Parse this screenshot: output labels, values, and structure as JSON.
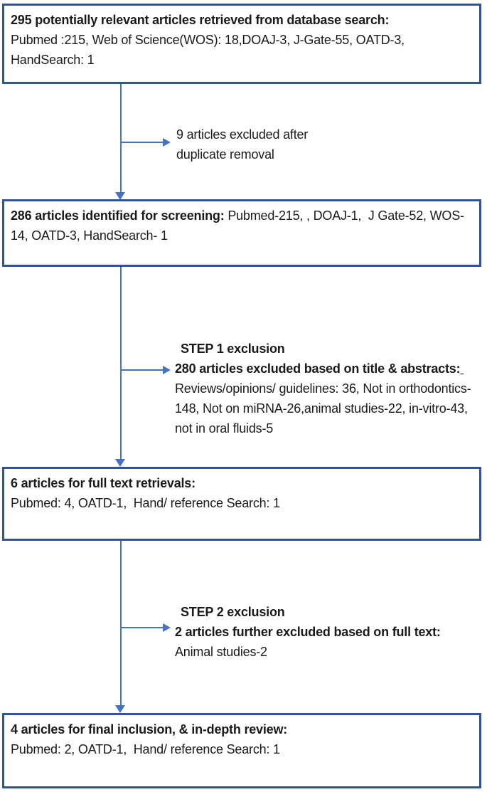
{
  "colors": {
    "box_border": "#2f5597",
    "arrow": "#4472c4",
    "text": "#1a1a1a"
  },
  "boxes": {
    "retrieved": {
      "bold": "295 potentially relevant articles retrieved from database search:",
      "rest": "Pubmed :215, Web of Science(WOS): 18,DOAJ-3, J-Gate-55, OATD-3, HandSearch: 1"
    },
    "screening": {
      "bold": "286 articles identified for screening:",
      "rest": " Pubmed-215, , DOAJ-1,  J Gate-52, WOS-14, OATD-3, HandSearch- 1"
    },
    "fulltext": {
      "bold": "6 articles for full text retrievals:",
      "rest": "Pubmed: 4, OATD-1,  Hand/ reference Search: 1"
    },
    "final": {
      "bold": "4 articles for final inclusion, & in-depth review:",
      "rest": "Pubmed: 2, OATD-1,  Hand/ reference Search: 1"
    }
  },
  "exclusions": {
    "duplicates": {
      "text": "9 articles excluded after duplicate removal"
    },
    "step1": {
      "step": "STEP 1 exclusion",
      "bold": "280 articles excluded based on title & abstracts:",
      "underline_space": " ",
      "rest": "Reviews/opinions/ guidelines: 36, Not in orthodontics-148, Not on miRNA-26,animal studies-22, in-vitro-43, not in oral fluids-5"
    },
    "step2": {
      "step": "STEP 2 exclusion",
      "bold": "2 articles further excluded based on full text:",
      "rest": "Animal studies-2"
    }
  }
}
